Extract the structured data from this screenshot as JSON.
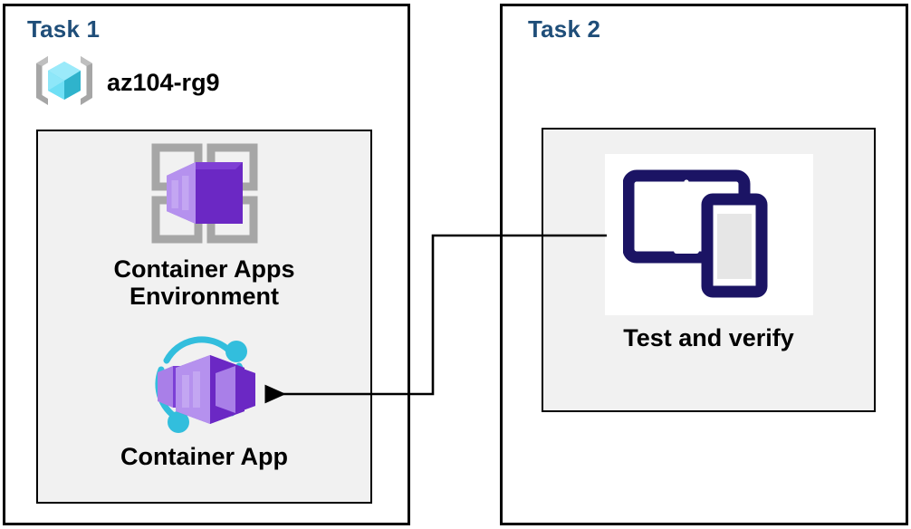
{
  "diagram": {
    "title_color": "#1F4E79",
    "panels": [
      {
        "id": "task1",
        "title": "Task 1"
      },
      {
        "id": "task2",
        "title": "Task 2"
      }
    ],
    "resource_group": {
      "label": "az104-rg9",
      "icon": "azure-resource-group-icon",
      "icon_colors": {
        "cube_light": "#86E0F7",
        "cube_mid": "#50D8F2",
        "cube_dark": "#2FB3CC",
        "brackets": "#A3A3A3"
      }
    },
    "nodes": [
      {
        "id": "container-apps-environment",
        "label": "Container Apps\nEnvironment",
        "icon": "container-apps-environment-icon",
        "icon_colors": {
          "grid": "#A6A6A6",
          "box_light": "#A97FE8",
          "box_mid": "#8C4FE0",
          "box_dark": "#6B28C4"
        }
      },
      {
        "id": "container-app",
        "label": "Container App",
        "icon": "container-app-icon",
        "icon_colors": {
          "ring": "#32BEDD",
          "box_light": "#A97FE8",
          "box_mid": "#8C4FE0",
          "box_dark": "#6B28C4"
        }
      },
      {
        "id": "test-and-verify",
        "label": "Test and verify",
        "icon": "devices-test-verify-icon",
        "icon_colors": {
          "device": "#1B1464",
          "screen": "#E6E6E6",
          "panel": "#FFFFFF"
        }
      }
    ],
    "connector": {
      "from": "test-and-verify",
      "to": "container-app",
      "style": "elbow-arrow",
      "color": "#000000"
    }
  }
}
